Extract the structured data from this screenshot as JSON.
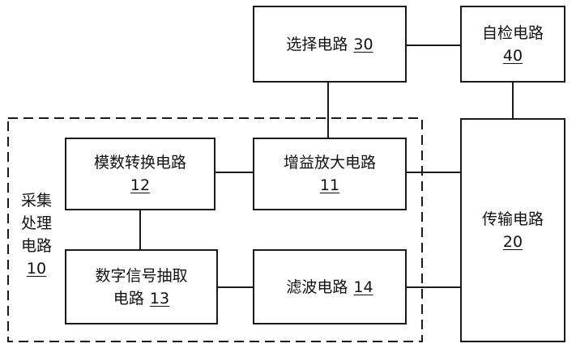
{
  "diagram": {
    "group": {
      "lines": [
        "采集",
        "处理",
        "电路"
      ],
      "number": "10"
    },
    "blocks": {
      "selection": {
        "label": "选择电路",
        "number": "30"
      },
      "selfcheck": {
        "label": "自检电路",
        "number": "40"
      },
      "adc": {
        "label": "模数转换电路",
        "number": "12"
      },
      "amplifier": {
        "label": "增益放大电路",
        "number": "11"
      },
      "transmission": {
        "label": "传输电路",
        "number": "20"
      },
      "digital_extract": {
        "line1": "数字信号抽取",
        "line2": "电路",
        "number": "13"
      },
      "filter": {
        "label": "滤波电路",
        "number": "14"
      }
    }
  }
}
